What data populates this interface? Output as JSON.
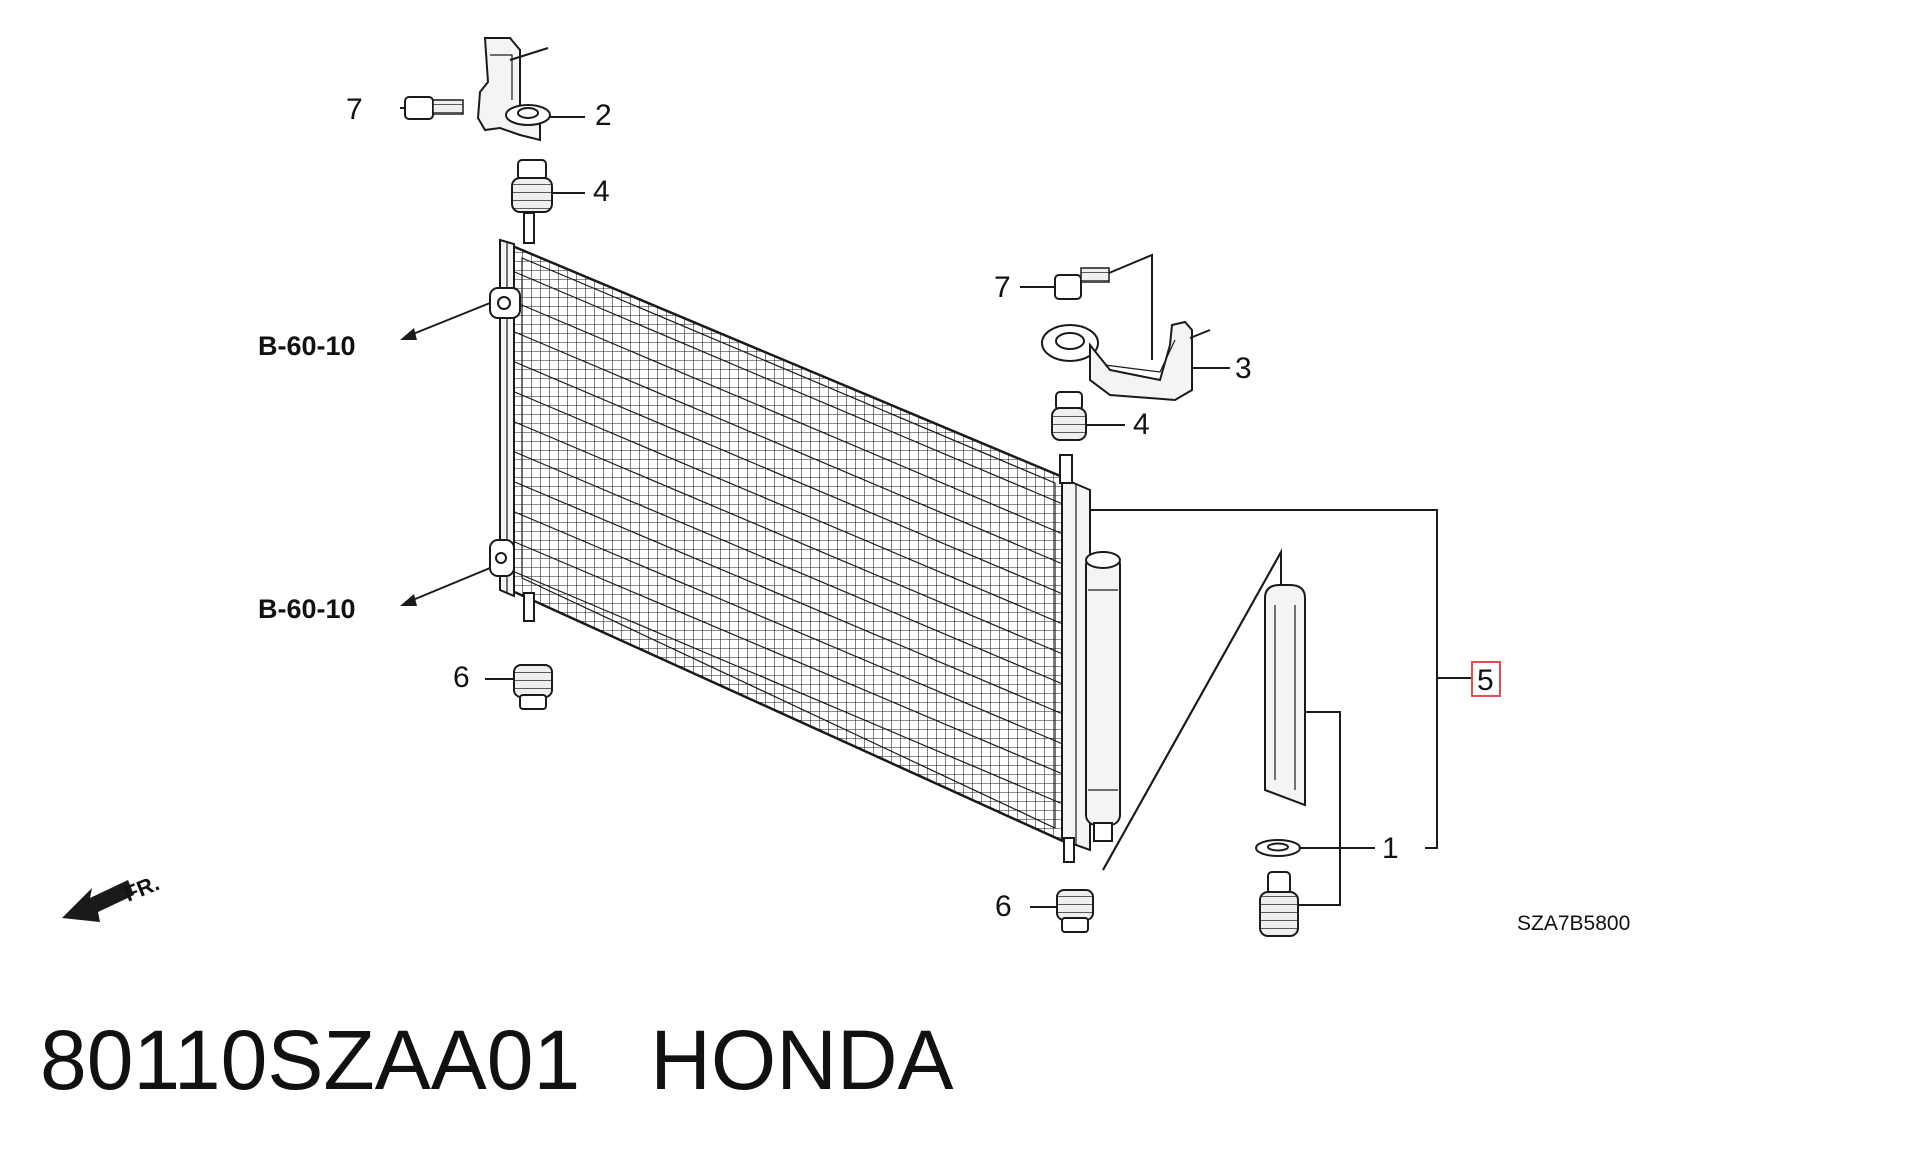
{
  "callouts": {
    "c1": "1",
    "c2": "2",
    "c3": "3",
    "c4_top": "4",
    "c4_right": "4",
    "c5": "5",
    "c6_left": "6",
    "c6_bottom": "6",
    "c7_top": "7",
    "c7_right": "7"
  },
  "references": {
    "upper": "B-60-10",
    "lower": "B-60-10"
  },
  "direction_label": "FR.",
  "diagram_code": "SZA7B5800",
  "caption": {
    "part_number": "80110SZAA01",
    "brand": "HONDA"
  },
  "colors": {
    "highlight_box": "#e05050",
    "ink": "#111111"
  }
}
